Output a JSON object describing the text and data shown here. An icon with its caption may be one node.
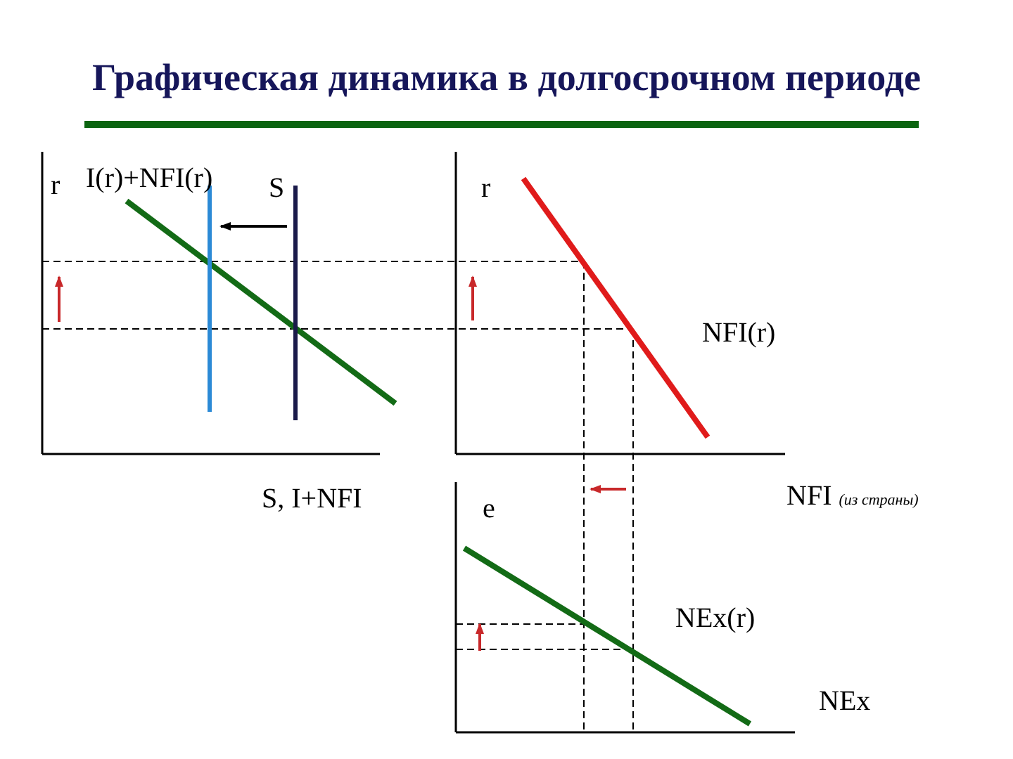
{
  "diagram": {
    "title": "Графическая динамика в долгосрочном периоде",
    "labels": [
      "r",
      "I(r)+NFI(r)",
      "S",
      "r",
      "NFI(r)",
      "S, I+NFI",
      "e",
      "NFI *(из страны)*",
      "NEx(r)",
      "NEx"
    ]
  }
}
